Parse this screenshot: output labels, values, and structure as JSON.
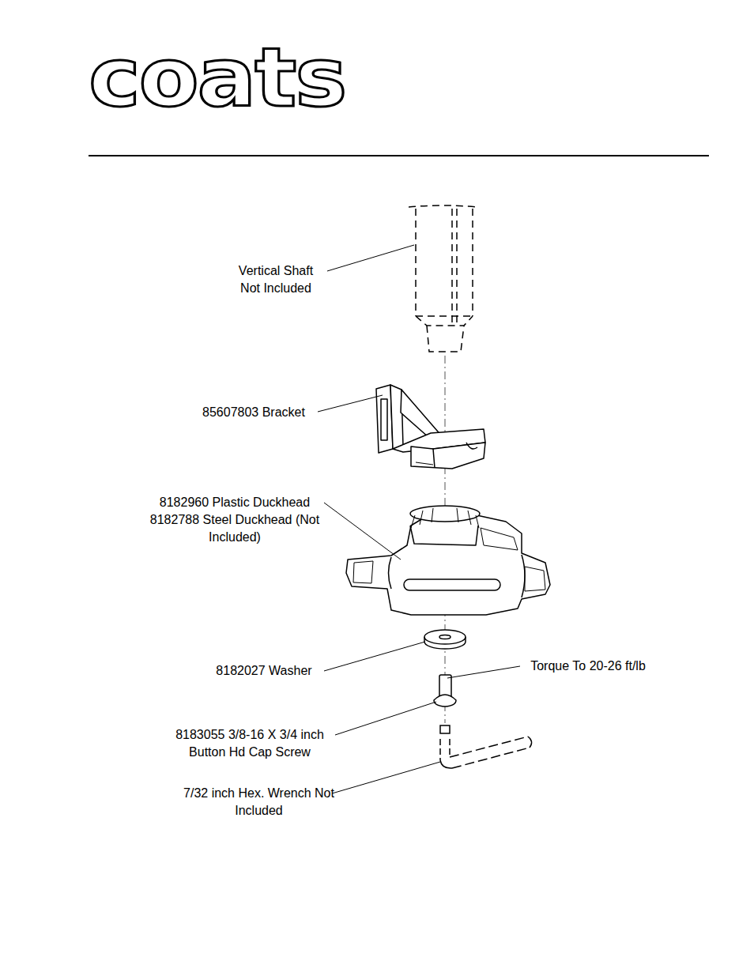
{
  "diagram": {
    "labels": [
      "coats",
      "Vertical Shaft Not Included",
      "85607803 Bracket",
      "8182960 Plastic Duckhead 8182788 Steel Duckhead (Not Included)",
      "8182027 Washer",
      "Torque To 20-26 ft/lb",
      "8183055 3/8-16 X 3/4 inch Button Hd Cap Screw",
      "7/32 inch Hex. Wrench Not Included"
    ]
  }
}
